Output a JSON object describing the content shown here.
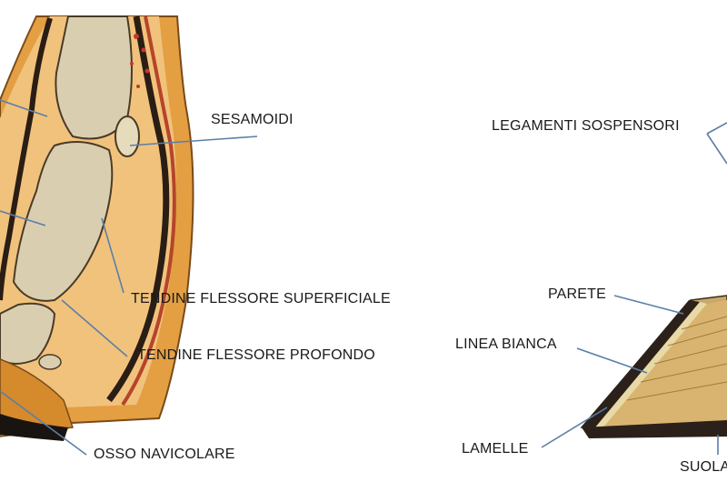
{
  "labels": {
    "sesamoidi": "SESAMOIDI",
    "tendine_superficiale": "TENDINE FLESSORE SUPERFICIALE",
    "tendine_profondo": "TENDINE FLESSORE PROFONDO",
    "osso_navicolare": "OSSO NAVICOLARE",
    "legamenti_sospensori": "LEGAMENTI SOSPENSORI",
    "parete": "PARETE",
    "linea_bianca": "LINEA BIANCA",
    "lamelle": "LAMELLE",
    "suola": "SUOLA"
  },
  "colors": {
    "leader_line": "#5b7ea8",
    "bone": "#d9cfb0",
    "skin_orange": "#e09a3a",
    "tendon_dark": "#2a1d14",
    "hoof_horn": "#c9a96a",
    "sole_dark": "#1a1410"
  }
}
